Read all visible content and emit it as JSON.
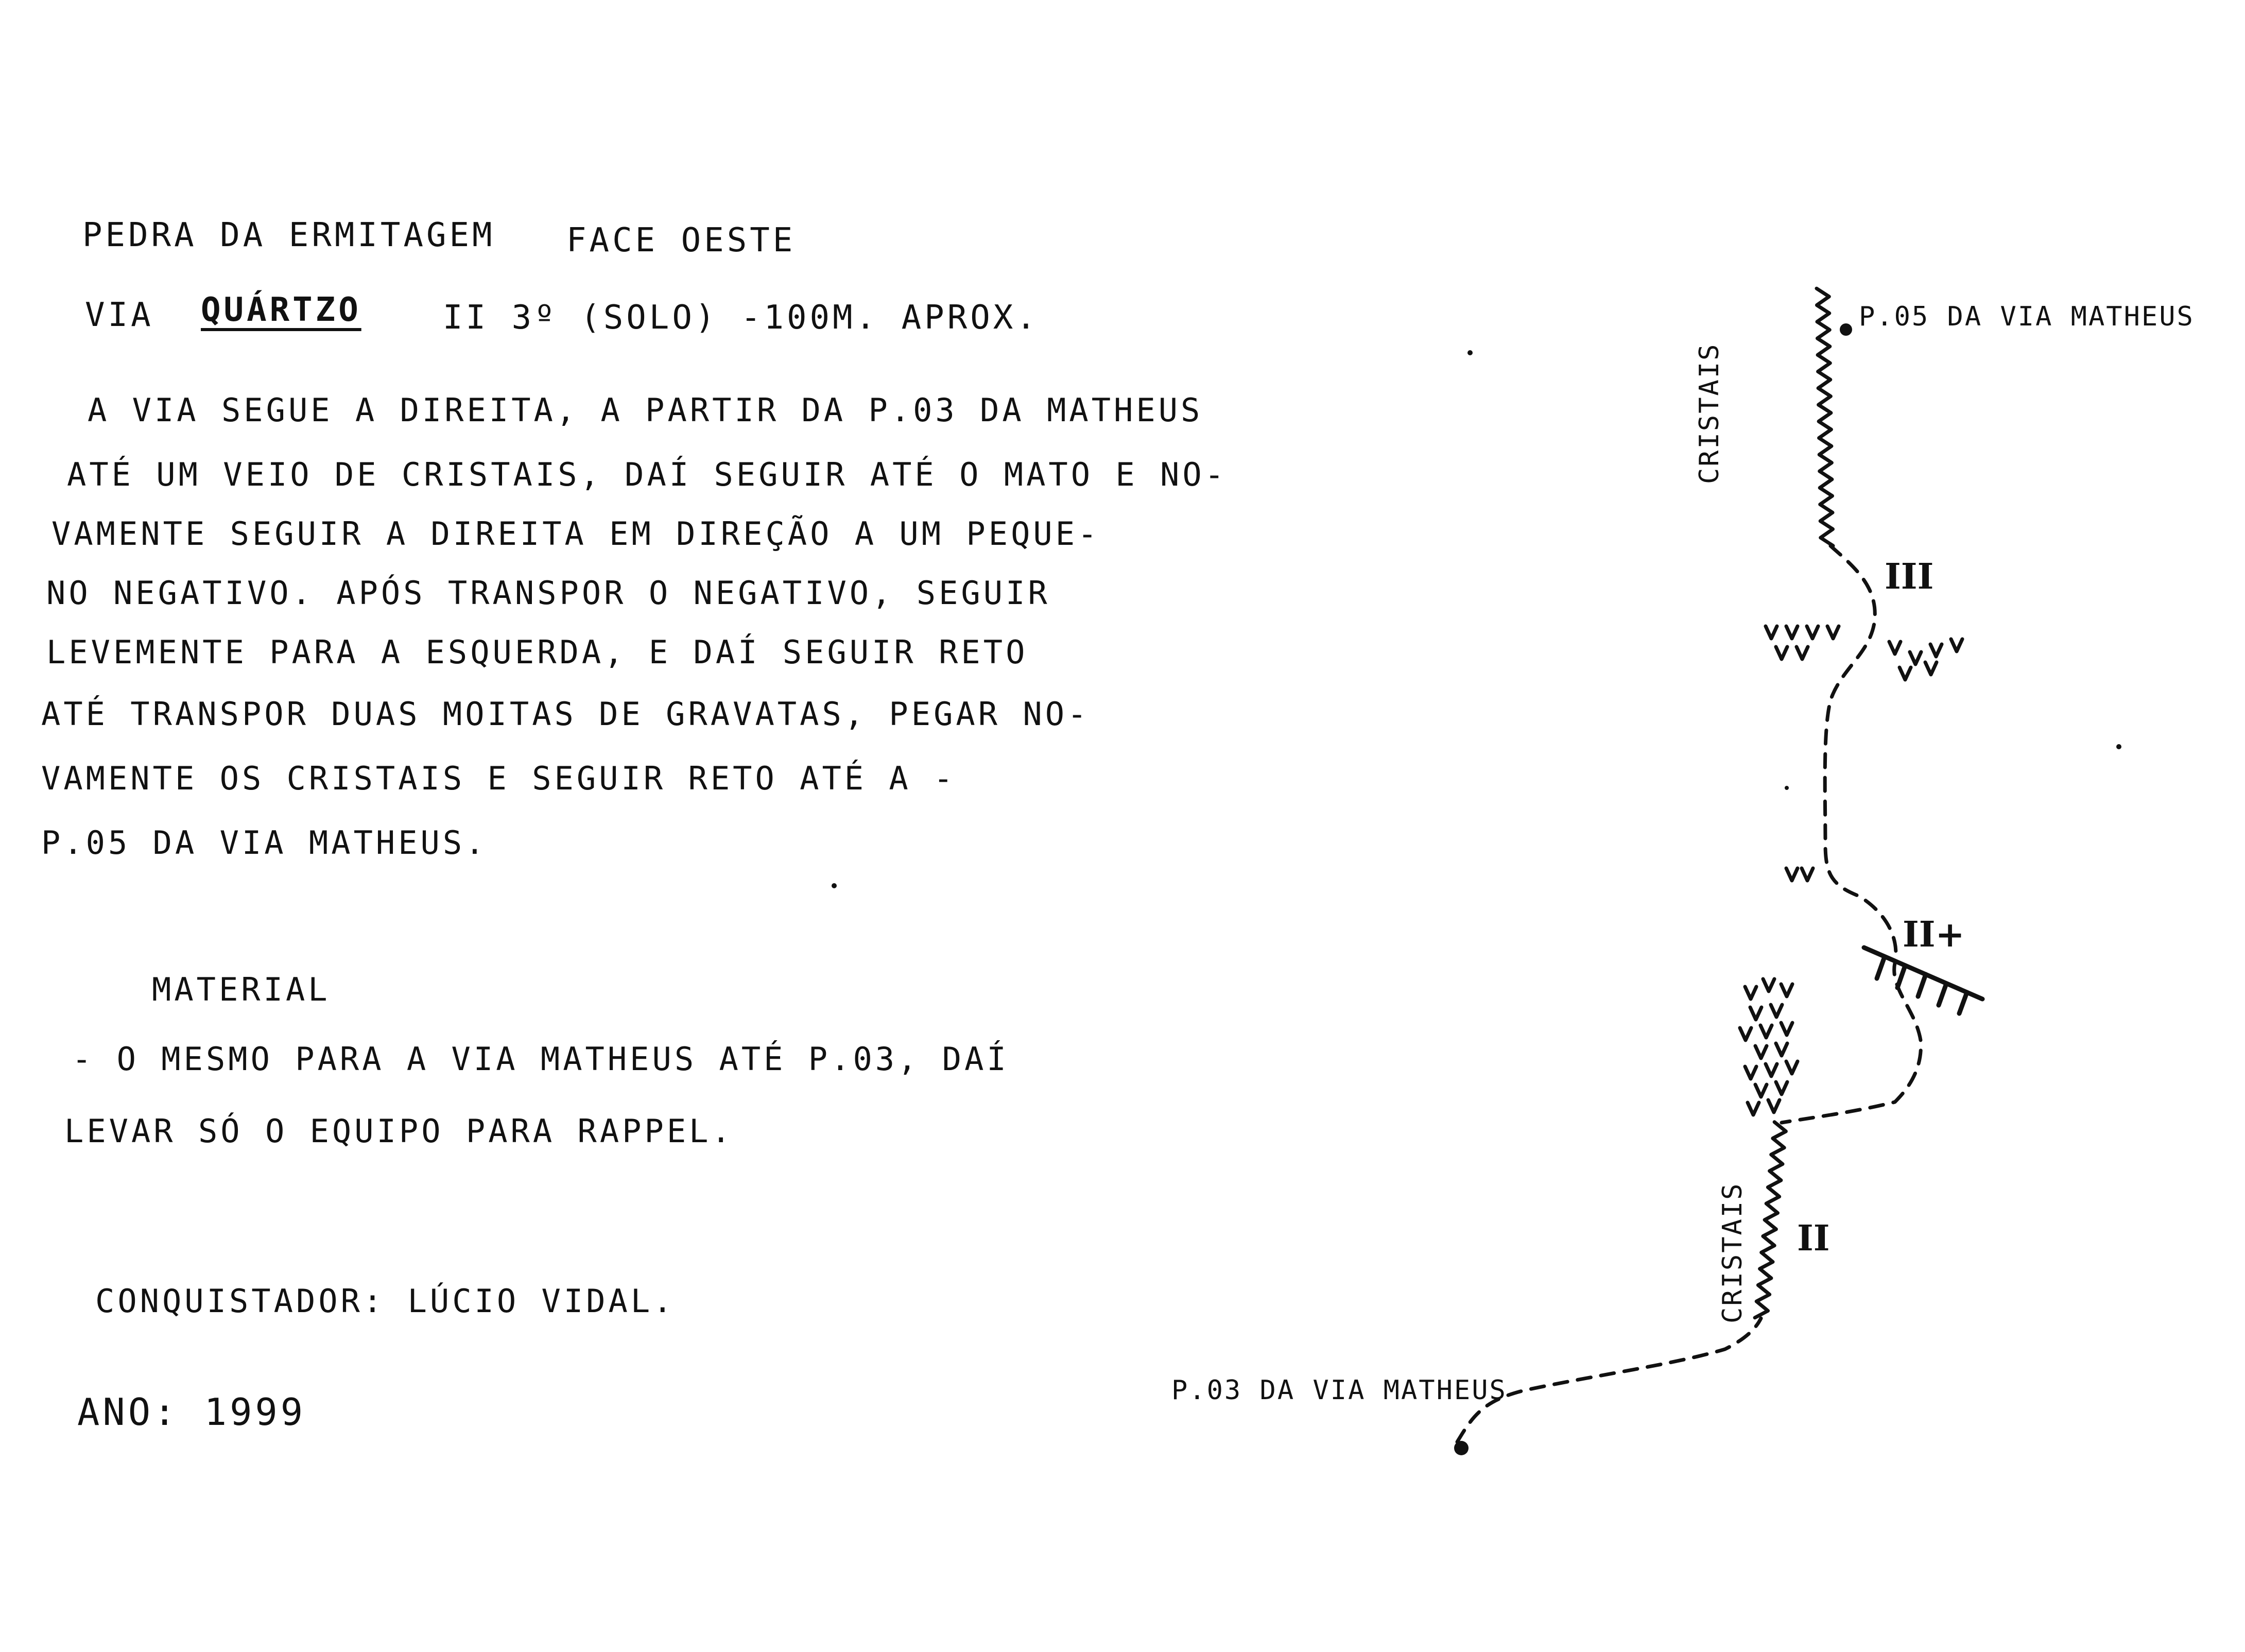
{
  "header": {
    "line1_left": "PEDRA DA ERMITAGEM",
    "line1_right": "FACE OESTE",
    "via_prefix": "VIA",
    "route_name": "QUÁRTZO",
    "grade_info": "II 3º (SOLO) -100M. APROX."
  },
  "description": {
    "lines": [
      "A VIA SEGUE A DIREITA, A PARTIR DA P.03 DA MATHEUS",
      "ATÉ UM VEIO DE CRISTAIS, DAÍ SEGUIR ATÉ O MATO E NO-",
      "VAMENTE SEGUIR A DIREITA EM DIREÇÃO A UM PEQUE-",
      "NO NEGATIVO. APÓS TRANSPOR O NEGATIVO, SEGUIR",
      "LEVEMENTE PARA A ESQUERDA, E DAÍ SEGUIR RETO",
      "ATÉ TRANSPOR DUAS MOITAS DE GRAVATAS, PEGAR NO-",
      "VAMENTE OS CRISTAIS E SEGUIR RETO ATÉ A -",
      "P.05 DA VIA MATHEUS."
    ]
  },
  "material": {
    "title": "MATERIAL",
    "lines": [
      "- O MESMO PARA A VIA MATHEUS ATÉ P.03, DAÍ",
      "LEVAR SÓ O EQUIPO PARA RAPPEL."
    ]
  },
  "credits": {
    "conquistador": "CONQUISTADOR: LÚCIO VIDAL.",
    "ano": "ANO: 1999"
  },
  "topo": {
    "top_anchor_label": "P.05 DA VIA MATHEUS",
    "bottom_anchor_label": "P.03 DA VIA MATHEUS",
    "crystals_upper_label": "CRISTAIS",
    "crystals_lower_label": "CRISTAIS",
    "grade_upper": "III",
    "grade_middle": "II+",
    "grade_lower": "II",
    "vegetation_symbol": "v"
  }
}
